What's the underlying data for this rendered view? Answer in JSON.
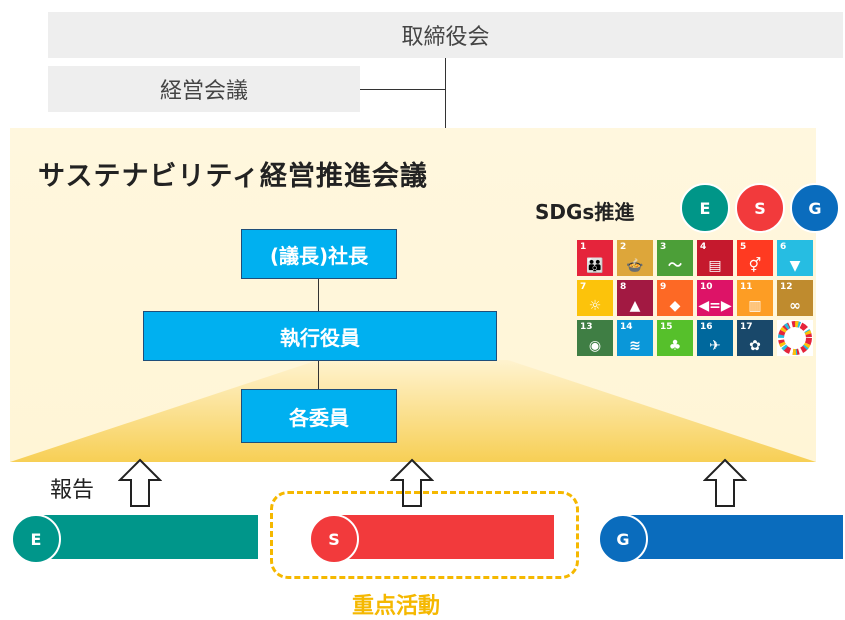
{
  "board": "取締役会",
  "management": "経営会議",
  "panel_title": "サステナビリティ経営推進会議",
  "org": {
    "president": "(議長)社長",
    "executives": "執行役員",
    "members": "各委員"
  },
  "sdgs": {
    "label": "SDGs推進",
    "circles": [
      {
        "letter": "E",
        "color": "#009688"
      },
      {
        "letter": "S",
        "color": "#f23a3c"
      },
      {
        "letter": "G",
        "color": "#0a6cbd"
      }
    ],
    "goals": [
      {
        "n": "1",
        "color": "#e5243b",
        "icon": "people-icon"
      },
      {
        "n": "2",
        "color": "#dda63a",
        "icon": "bowl-icon"
      },
      {
        "n": "3",
        "color": "#4c9f38",
        "icon": "heartbeat-icon"
      },
      {
        "n": "4",
        "color": "#c5192d",
        "icon": "book-icon"
      },
      {
        "n": "5",
        "color": "#ff3a21",
        "icon": "gender-icon"
      },
      {
        "n": "6",
        "color": "#26bde2",
        "icon": "water-icon"
      },
      {
        "n": "7",
        "color": "#fcc30b",
        "icon": "sun-icon"
      },
      {
        "n": "8",
        "color": "#a21942",
        "icon": "growth-icon"
      },
      {
        "n": "9",
        "color": "#fd6925",
        "icon": "cubes-icon"
      },
      {
        "n": "10",
        "color": "#dd1367",
        "icon": "equality-icon"
      },
      {
        "n": "11",
        "color": "#fd9d24",
        "icon": "city-icon"
      },
      {
        "n": "12",
        "color": "#bf8b2e",
        "icon": "infinity-icon"
      },
      {
        "n": "13",
        "color": "#3f7e44",
        "icon": "eye-globe-icon"
      },
      {
        "n": "14",
        "color": "#0a97d9",
        "icon": "fish-icon"
      },
      {
        "n": "15",
        "color": "#56c02b",
        "icon": "tree-icon"
      },
      {
        "n": "16",
        "color": "#00689d",
        "icon": "dove-icon"
      },
      {
        "n": "17",
        "color": "#19486a",
        "icon": "rings-icon"
      },
      {
        "n": "",
        "color": "#ffffff",
        "icon": "sdgs-wheel-icon"
      }
    ]
  },
  "report": "報告",
  "pillars": [
    {
      "letter": "E",
      "color": "#00968a"
    },
    {
      "letter": "S",
      "color": "#f23a3c"
    },
    {
      "letter": "G",
      "color": "#0a6cbd"
    }
  ],
  "focus": "重点活動"
}
